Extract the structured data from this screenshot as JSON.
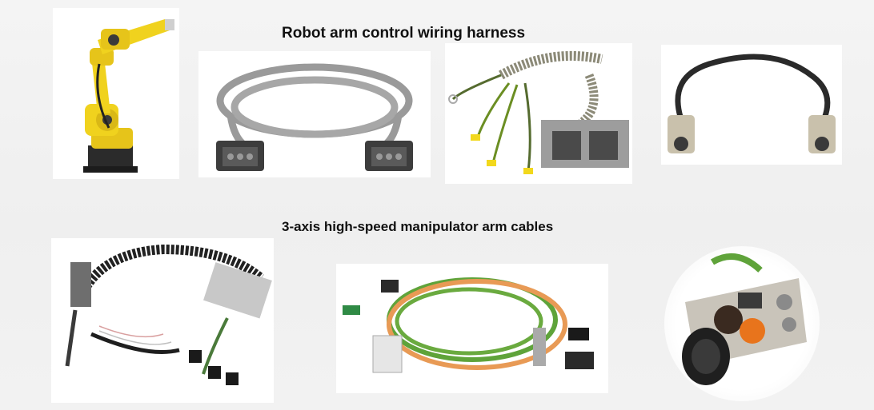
{
  "captions": {
    "top": "Robot arm control wiring harness",
    "bottom": "3-axis high-speed manipulator arm cables"
  },
  "photos": [
    {
      "subject": "yellow-industrial-robot-arm"
    },
    {
      "subject": "grey-cable-with-heavy-duty-connectors"
    },
    {
      "subject": "braided-harness-with-yellow-ring-terminals"
    },
    {
      "subject": "black-cable-with-circular-connectors"
    },
    {
      "subject": "black-corrugated-harness-with-bracket"
    },
    {
      "subject": "green-and-orange-cables-with-connectors"
    },
    {
      "subject": "connector-panel-with-orange-lamp"
    }
  ],
  "colors": {
    "robot_yellow": "#f0d21e",
    "cable_grey": "#9a9a9a",
    "cable_green": "#5fa33a",
    "cable_orange": "#e89a55",
    "lamp_orange": "#e8741c"
  }
}
